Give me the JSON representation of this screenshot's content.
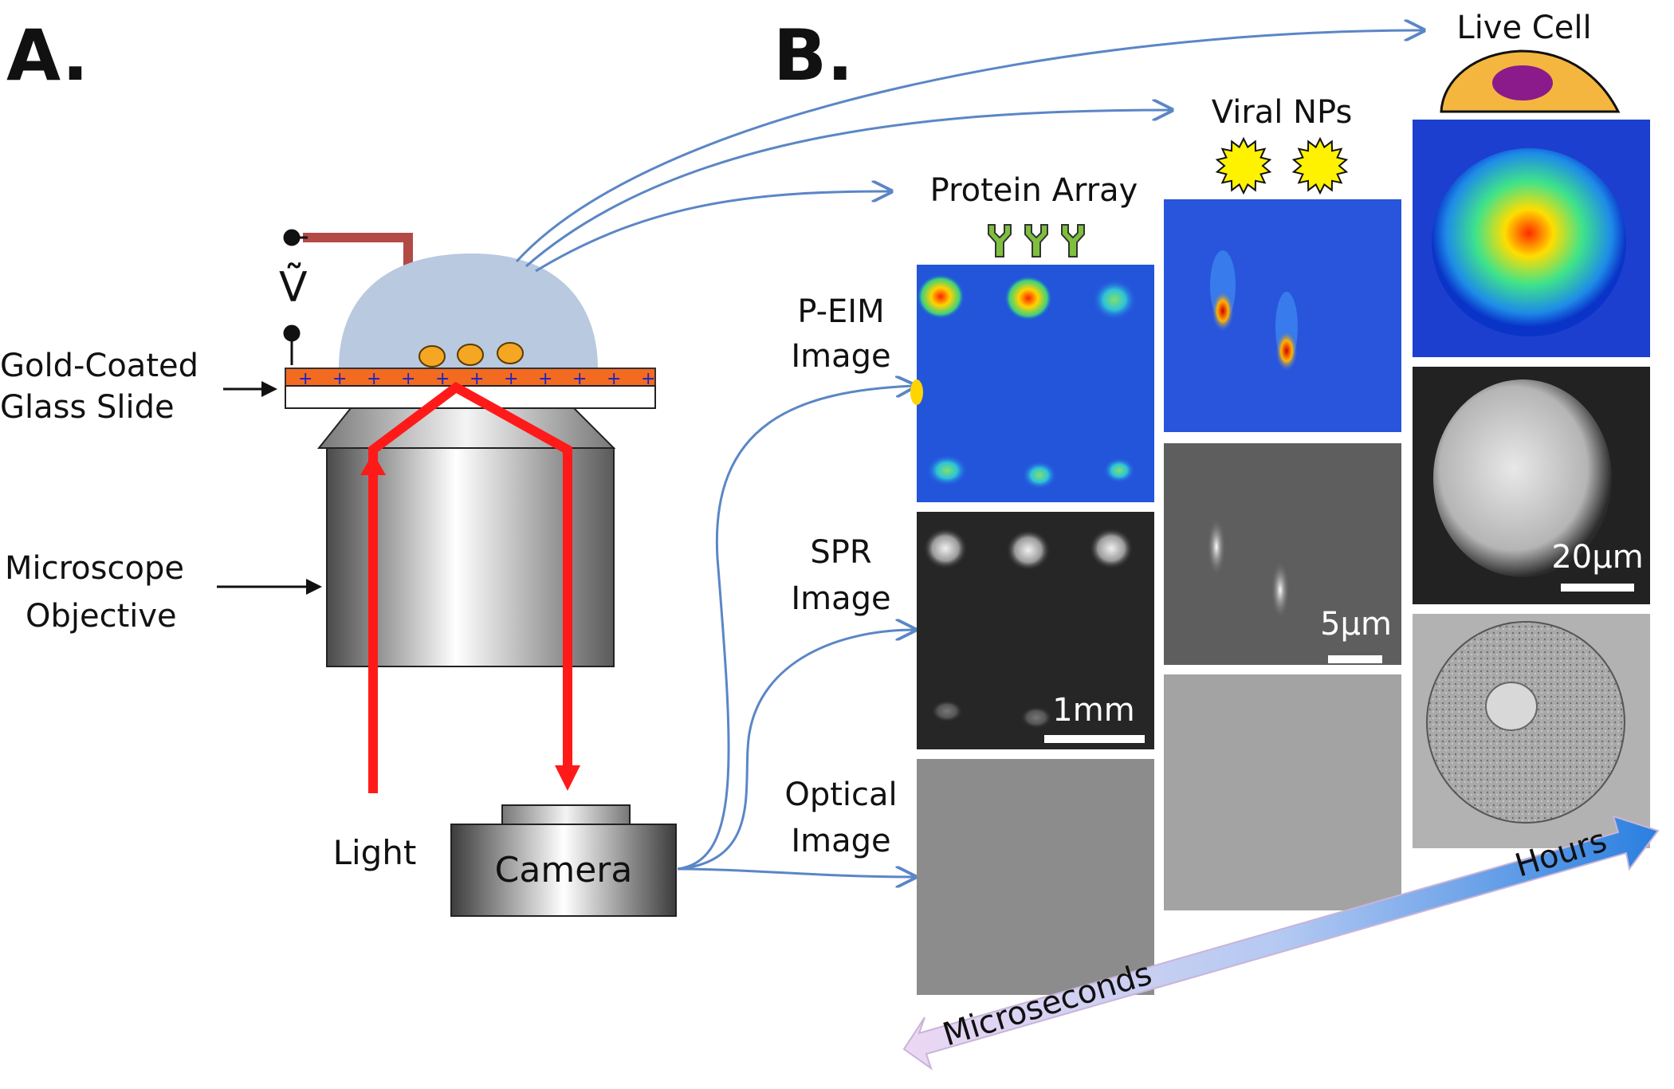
{
  "panel_a": {
    "letter": "A.",
    "voltage_symbol": "Ṽ",
    "slide_label_line1": "Gold-Coated",
    "slide_label_line2": "Glass Slide",
    "objective_label_line1": "Microscope",
    "objective_label_line2": "Objective",
    "light_label": "Light",
    "camera_label": "Camera"
  },
  "panel_b": {
    "letter": "B.",
    "columns": {
      "protein": "Protein Array",
      "viral": "Viral NPs",
      "cell": "Live Cell"
    },
    "rows": {
      "peim_line1": "P-EIM",
      "peim_line2": "Image",
      "spr_line1": "SPR",
      "spr_line2": "Image",
      "optical_line1": "Optical",
      "optical_line2": "Image"
    },
    "scale_bars": {
      "protein": "1mm",
      "viral": "5µm",
      "cell": "20µm"
    },
    "timescale": {
      "short": "Microseconds",
      "long": "Hours"
    }
  },
  "colors": {
    "laser_red": "#ff1a1a",
    "gold_film": "#f26b21",
    "droplet": "#b8c9e0",
    "connector_blue": "#5b86c6",
    "antibody_green": "#7fbf3f",
    "cell_body": "#f4b63f",
    "nucleus": "#8b1a8b"
  }
}
